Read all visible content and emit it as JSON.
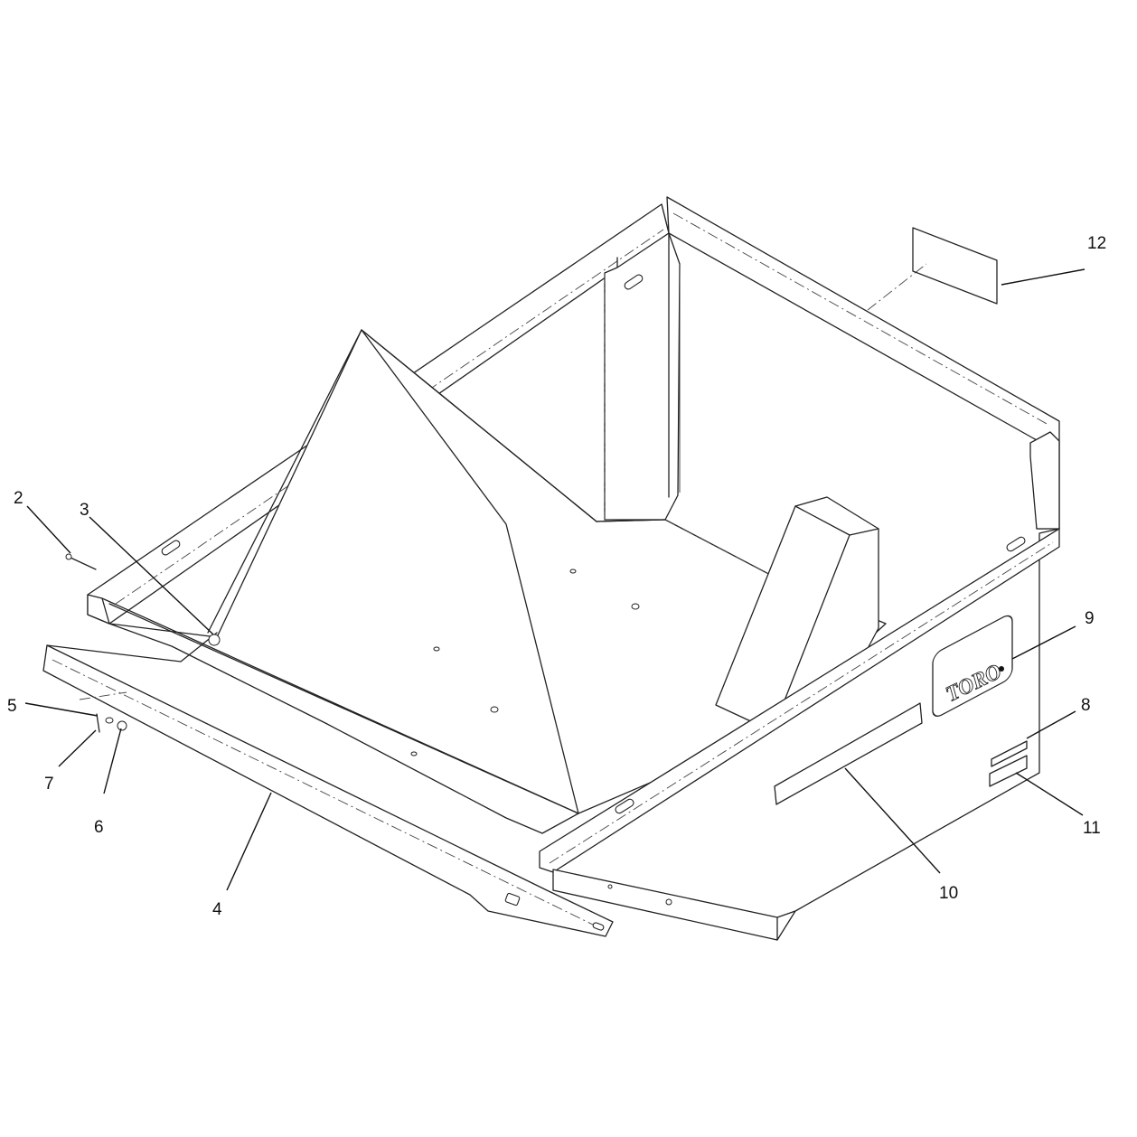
{
  "diagram": {
    "brand_logo": "TORO",
    "callouts": [
      {
        "id": "c12",
        "label": "12"
      },
      {
        "id": "c2",
        "label": "2"
      },
      {
        "id": "c3",
        "label": "3"
      },
      {
        "id": "c9",
        "label": "9"
      },
      {
        "id": "c8",
        "label": "8"
      },
      {
        "id": "c5",
        "label": "5"
      },
      {
        "id": "c7",
        "label": "7"
      },
      {
        "id": "c6",
        "label": "6"
      },
      {
        "id": "c11",
        "label": "11"
      },
      {
        "id": "c10",
        "label": "10"
      },
      {
        "id": "c4",
        "label": "4"
      }
    ]
  }
}
